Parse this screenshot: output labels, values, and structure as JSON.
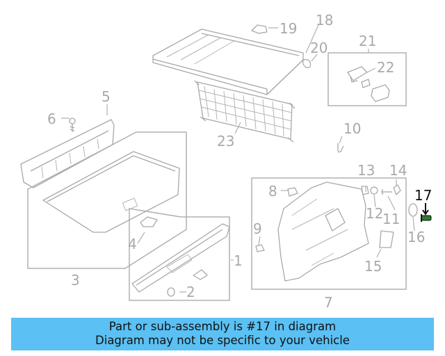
{
  "diagram": {
    "callouts": [
      "1",
      "2",
      "3",
      "4",
      "5",
      "6",
      "7",
      "8",
      "9",
      "10",
      "11",
      "12",
      "13",
      "14",
      "15",
      "16",
      "17",
      "18",
      "19",
      "20",
      "21",
      "22",
      "23"
    ],
    "highlighted": "17",
    "colors": {
      "line": "#a8a8a8",
      "highlight": "#111111",
      "banner": "#5bc0f3"
    }
  },
  "banner": {
    "line1": "Part or sub-assembly is #17 in diagram",
    "line2": "Diagram may not be specific to your vehicle"
  }
}
